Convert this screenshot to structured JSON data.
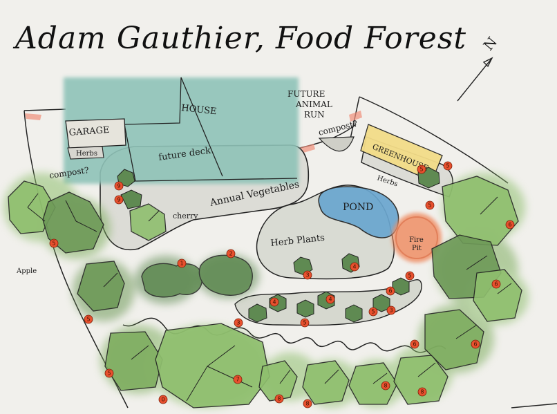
{
  "title": "Adam Gauthier, Food Forest",
  "north": "N",
  "labels": {
    "garage": "GARAGE",
    "house": "HOUSE",
    "herbs_garage": "Herbs",
    "future_deck": "future deck",
    "annual_vegetables": "Annual Vegetables",
    "cherry": "cherry",
    "future_animal_run": [
      "FUTURE",
      "ANIMAL",
      "RUN"
    ],
    "compost_right": "compost?",
    "compost_left": "compost?",
    "greenhouse": "GREENHOUSE",
    "herbs_greenhouse": "Herbs",
    "pond": "POND",
    "herb_plants": "Herb Plants",
    "fire_pit": [
      "Fire",
      "Pit"
    ],
    "apple": "Apple"
  },
  "colors": {
    "house": "#8fc3b8",
    "pond": "#6aa6cf",
    "greenhouse": "#f3dc88",
    "fire_pit": "#ef8f66",
    "tree_light": "#8fbf6e",
    "tree_dark": "#5f8a52",
    "marker": "#e8502e",
    "bed": "#dcdcd6"
  },
  "markers": [
    "5",
    "5",
    "5",
    "5",
    "0",
    "1",
    "2",
    "3",
    "4",
    "4",
    "4",
    "5",
    "5",
    "5",
    "6",
    "6",
    "6",
    "6",
    "6",
    "7",
    "8",
    "8",
    "8",
    "8",
    "9",
    "9",
    "5",
    "3",
    "3",
    "5"
  ]
}
